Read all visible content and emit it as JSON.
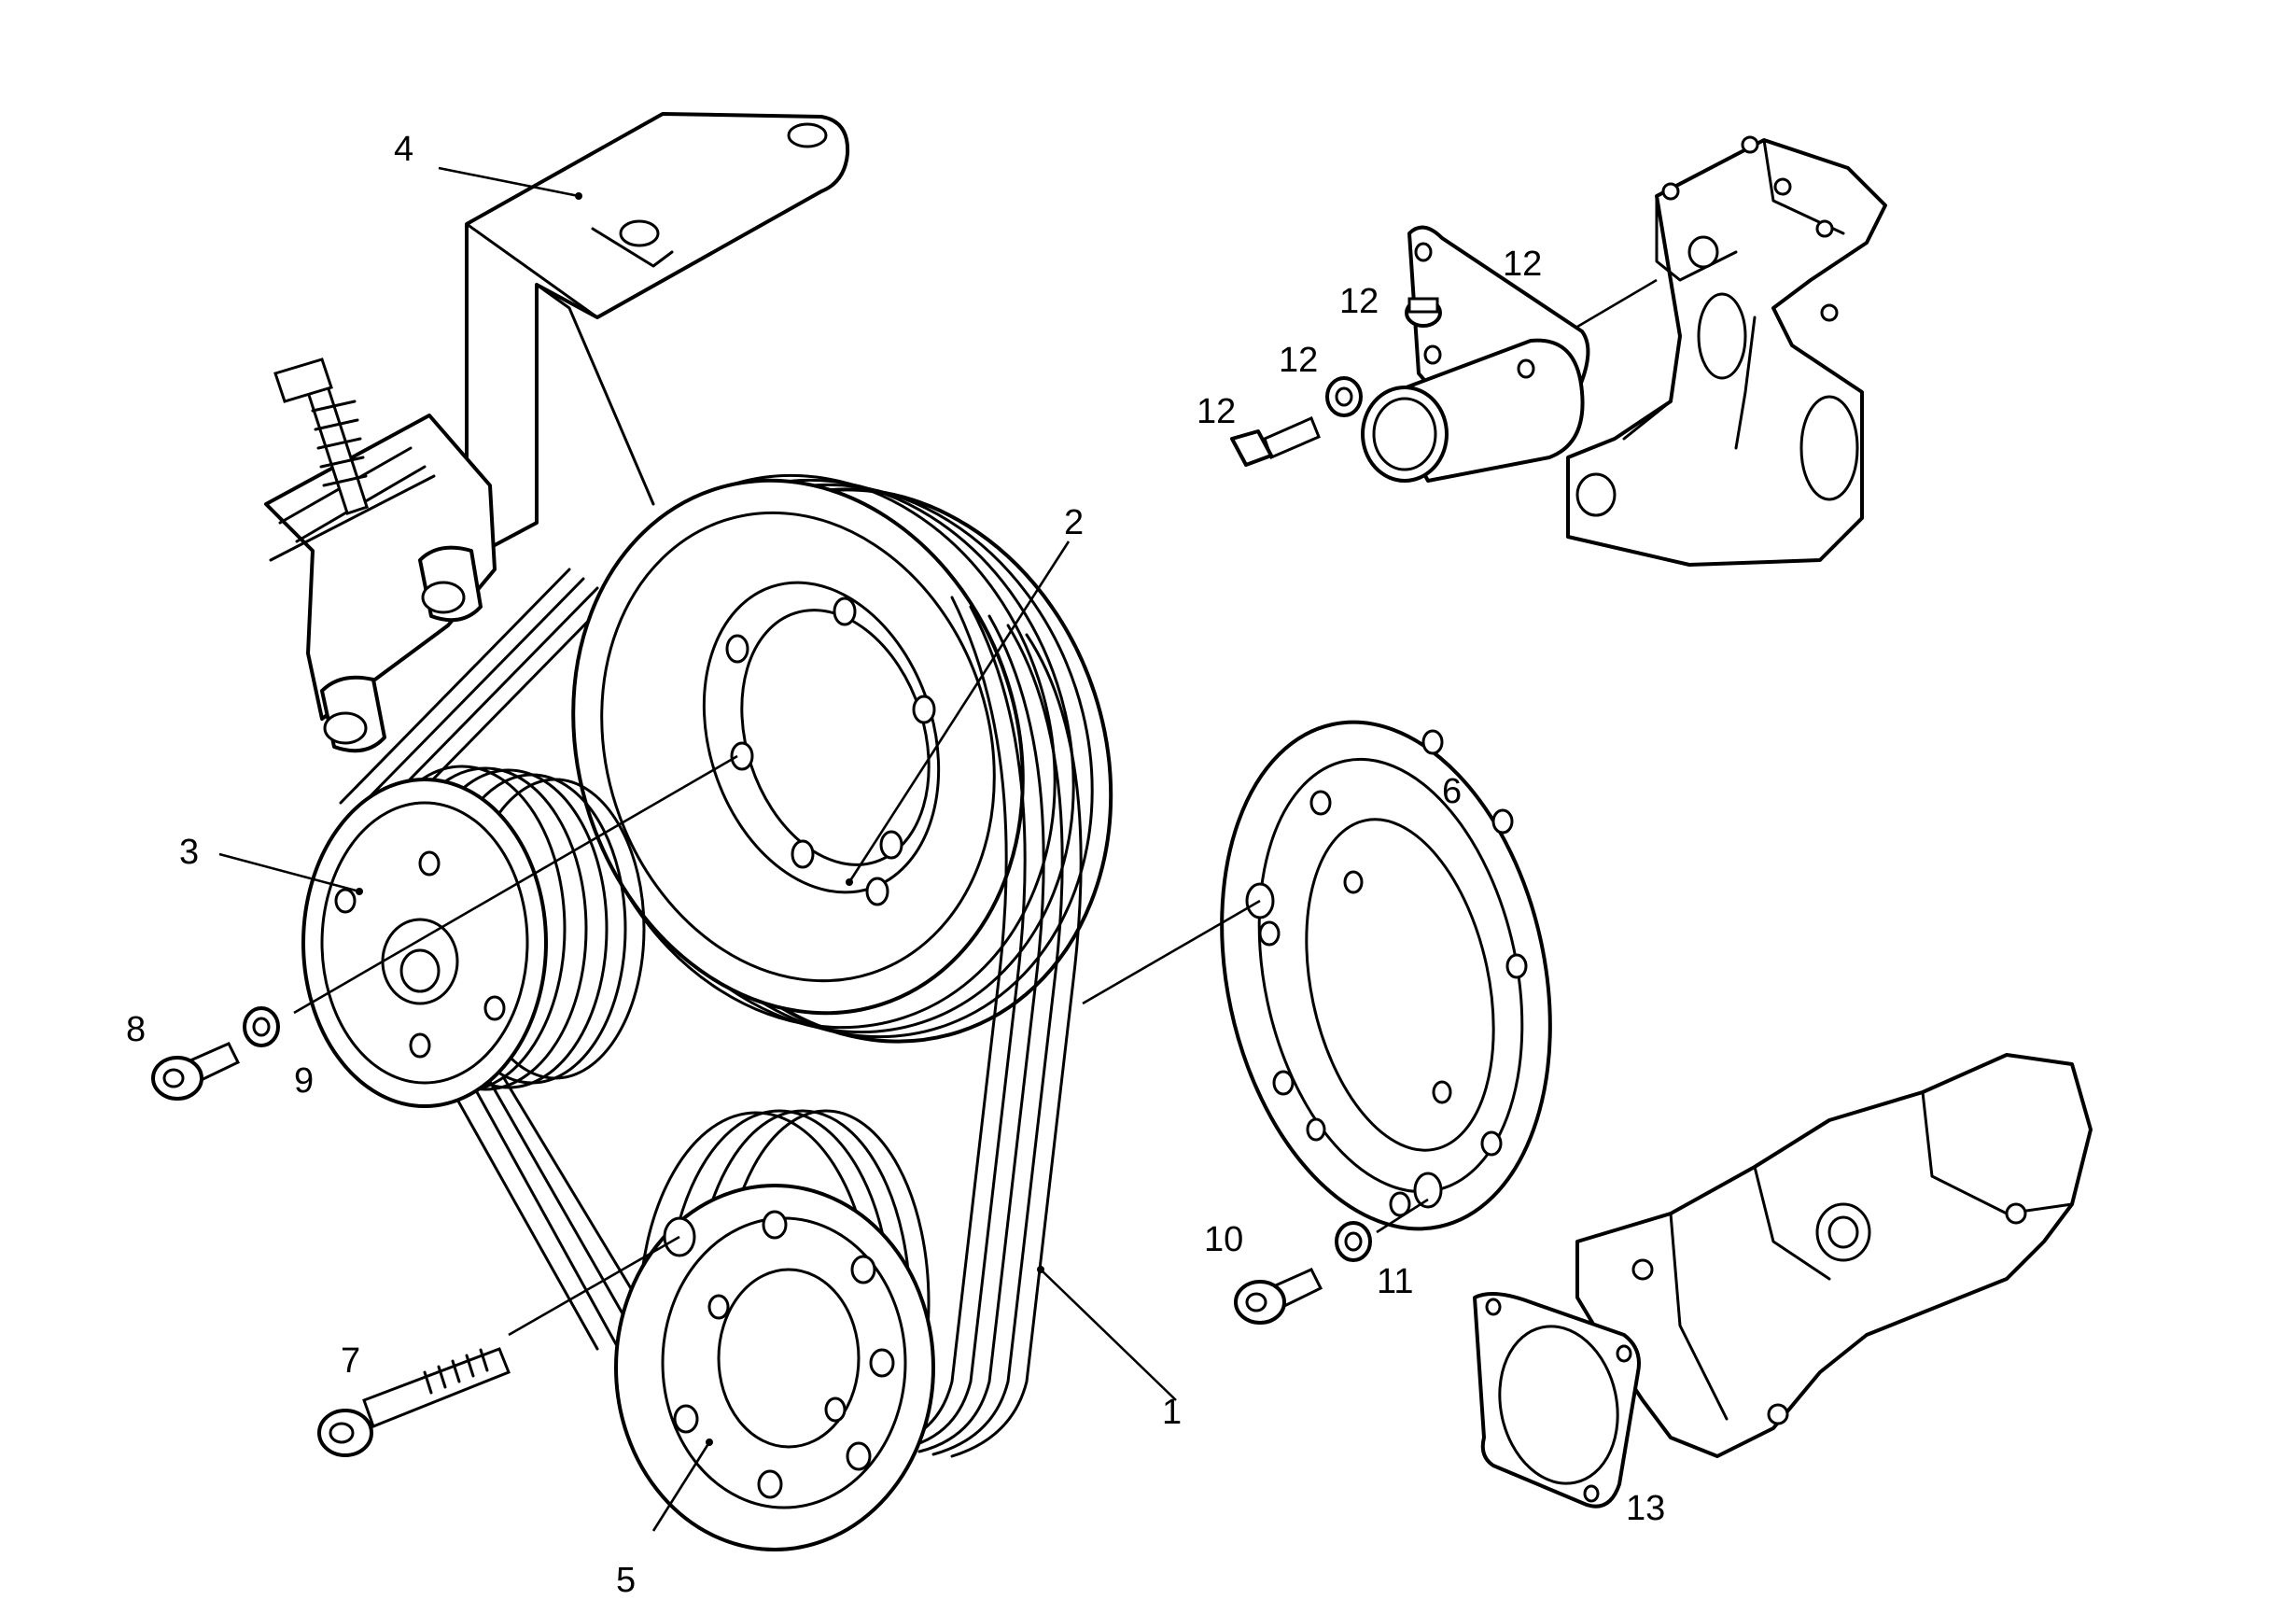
{
  "diagram": {
    "type": "exploded-parts-view",
    "callouts": [
      {
        "id": "c1",
        "label": "1"
      },
      {
        "id": "c2",
        "label": "2"
      },
      {
        "id": "c3",
        "label": "3"
      },
      {
        "id": "c4",
        "label": "4"
      },
      {
        "id": "c5",
        "label": "5"
      },
      {
        "id": "c6",
        "label": "6"
      },
      {
        "id": "c7",
        "label": "7"
      },
      {
        "id": "c8",
        "label": "8"
      },
      {
        "id": "c9",
        "label": "9"
      },
      {
        "id": "c10",
        "label": "10"
      },
      {
        "id": "c11",
        "label": "11"
      },
      {
        "id": "c12a",
        "label": "12"
      },
      {
        "id": "c12b",
        "label": "12"
      },
      {
        "id": "c12c",
        "label": "12"
      },
      {
        "id": "c12d",
        "label": "12"
      },
      {
        "id": "c13",
        "label": "13"
      }
    ]
  }
}
